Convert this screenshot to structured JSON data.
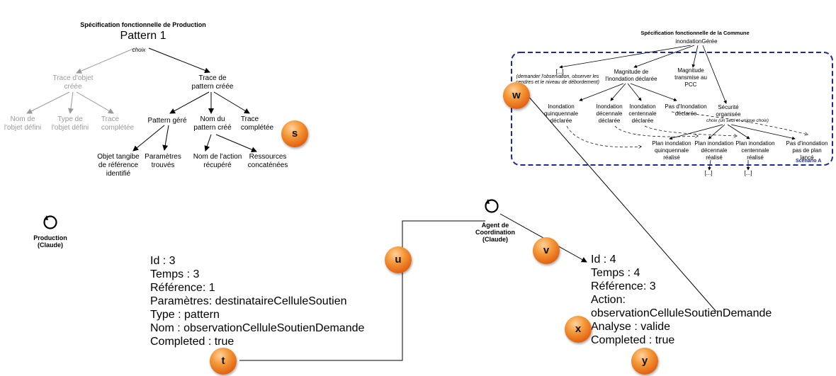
{
  "left_tree": {
    "spec_title": "Spécification fonctionnelle de Production",
    "root": "Pattern 1",
    "choix": "choix",
    "trace_objet": [
      "Trace d'objet",
      "créée"
    ],
    "trace_pattern": [
      "Trace de",
      "pattern créée"
    ],
    "nom_objet": [
      "Nom de",
      "l'objet défini"
    ],
    "type_objet": [
      "Type de",
      "l'objet défini"
    ],
    "trace_completee_gray": [
      "Trace",
      "complétée"
    ],
    "pattern_gere": "Pattern géré",
    "nom_pattern": [
      "Nom du",
      "pattern créé"
    ],
    "trace_completee": [
      "Trace",
      "complétée"
    ],
    "objet_tangible": [
      "Objet tangibe",
      "de référence",
      "identifié"
    ],
    "parametres": [
      "Paramètres",
      "trouvés"
    ],
    "nom_action": [
      "Nom de l'action",
      "récupéré"
    ],
    "ressources": [
      "Ressources",
      "concaténées"
    ]
  },
  "right_tree": {
    "spec_title": "Spécification fonctionnelle de la Commune",
    "root": "inondationGérée",
    "etc": "[...]",
    "etc_note": [
      "(demander l'observation, observer les",
      "cendres et le niveau de débordement)"
    ],
    "magnitude_declaree": [
      "Magnitude de",
      "l'inondation déclarée"
    ],
    "magnitude_transmise": [
      "Magnitude",
      "transmise au",
      "PCC"
    ],
    "securite": [
      "Sécurité",
      "organisée"
    ],
    "choix_note": "choix (un seul et unique choix)",
    "inond_quinq": [
      "Inondation",
      "quinquennale",
      "déclarée"
    ],
    "inond_dec": [
      "Inondation",
      "décennale",
      "déclarée"
    ],
    "inond_cent": [
      "Inondation",
      "centennale",
      "déclarée"
    ],
    "pas_inond": [
      "Pas d'Inondation",
      "déclarée"
    ],
    "plan_quinq": [
      "Plan inondation",
      "quinquennale",
      "réalisé"
    ],
    "plan_dec": [
      "Plan inondation",
      "décennale",
      "réalisé"
    ],
    "plan_cent": [
      "Plan inondation",
      "centennale",
      "réalisé"
    ],
    "pas_plan": [
      "Pas d'inondation",
      "pas de plan",
      "lancé"
    ],
    "etc_dec": "[...]",
    "etc_cent": "[...]",
    "scenario": "Scénario A"
  },
  "agents": {
    "production": [
      "Production",
      "(Claude)"
    ],
    "coordination": [
      "Agent de",
      "Coordination",
      "(Claude)"
    ]
  },
  "info_left": [
    "Id : 3",
    "Temps : 3",
    "Référence: 1",
    "Paramètres: destinataireCelluleSoutien",
    "Type : pattern",
    "Nom : observationCelluleSoutienDemande",
    "Completed : true"
  ],
  "info_right": [
    "Id : 4",
    "Temps : 4",
    "Référence: 3",
    "Action:",
    "observationCelluleSoutienDemande",
    "Analyse : valide",
    "Completed : true"
  ],
  "badges": {
    "s": "s",
    "t": "t",
    "u": "u",
    "v": "v",
    "w": "w",
    "x": "x",
    "y": "y"
  },
  "colors": {
    "badge": "#e86a18",
    "scenario_border": "#1a2a9c",
    "gray_text": "#9a9a9a"
  }
}
